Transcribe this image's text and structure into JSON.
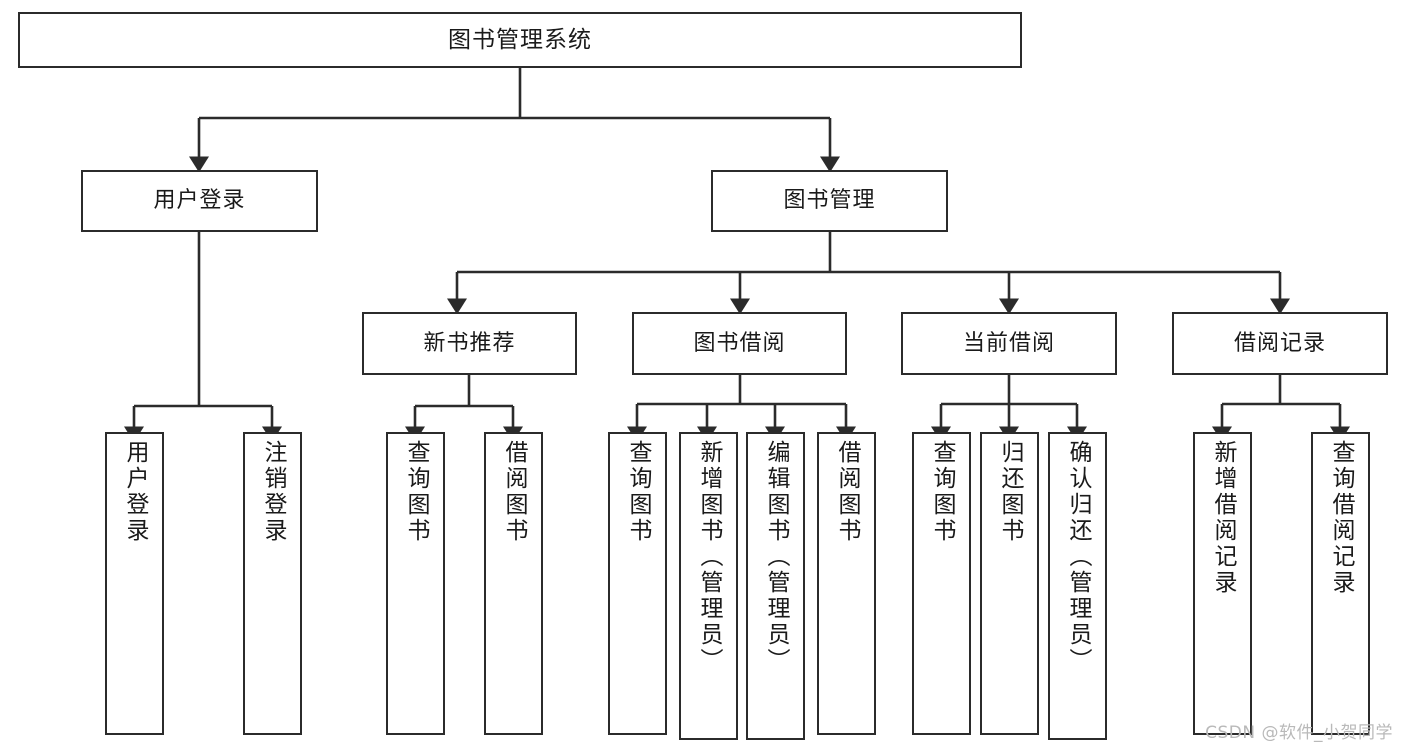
{
  "diagram": {
    "type": "tree",
    "title": "图书管理系统",
    "orientation": "top-down",
    "style": {
      "box_fill": "#ffffff",
      "box_border": "#2b2b2b",
      "line_color": "#2b2b2b",
      "text_color": "#1a1a1a",
      "background": "#ffffff"
    },
    "levels": 4
  },
  "root": {
    "label": "图书管理系统"
  },
  "level2": [
    {
      "label": "用户登录"
    },
    {
      "label": "图书管理"
    }
  ],
  "level3": [
    {
      "label": "新书推荐"
    },
    {
      "label": "图书借阅"
    },
    {
      "label": "当前借阅"
    },
    {
      "label": "借阅记录"
    }
  ],
  "leaves": {
    "user_login": [
      {
        "label": "用户登录"
      },
      {
        "label": "注销登录"
      }
    ],
    "new_book": [
      {
        "label": "查询图书"
      },
      {
        "label": "借阅图书"
      }
    ],
    "borrow_book": [
      {
        "label": "查询图书"
      },
      {
        "label": "新增图书（管理员）"
      },
      {
        "label": "编辑图书（管理员）"
      },
      {
        "label": "借阅图书"
      }
    ],
    "current_borrow": [
      {
        "label": "查询图书"
      },
      {
        "label": "归还图书"
      },
      {
        "label": "确认归还（管理员）"
      }
    ],
    "borrow_record": [
      {
        "label": "新增借阅记录"
      },
      {
        "label": "查询借阅记录"
      }
    ]
  },
  "watermark": {
    "text": "CSDN @软件_小贺同学"
  }
}
